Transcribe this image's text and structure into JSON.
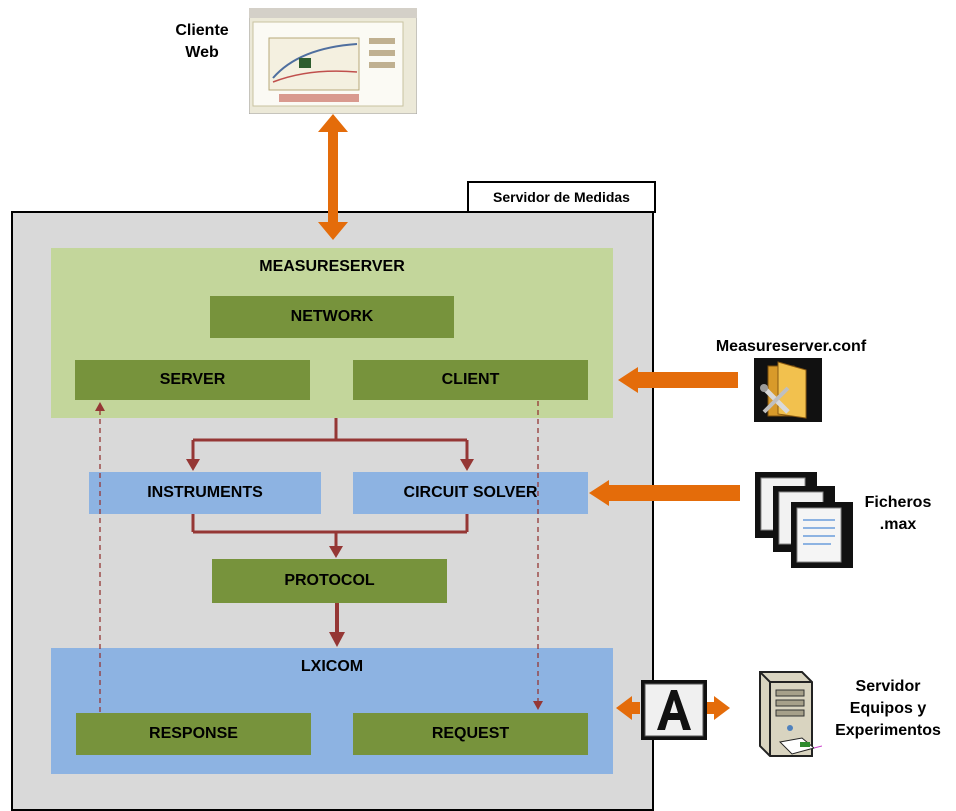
{
  "web_client": {
    "label_line1": "Cliente",
    "label_line2": "Web"
  },
  "server_frame": {
    "tab_label": "Servidor de Medidas"
  },
  "measureserver": {
    "title": "MEASURESERVER",
    "network": "NETWORK",
    "server": "SERVER",
    "client": "CLIENT"
  },
  "middle": {
    "instruments": "INSTRUMENTS",
    "circuit_solver": "CIRCUIT SOLVER",
    "protocol": "PROTOCOL"
  },
  "lxicom": {
    "title": "LXICOM",
    "response": "RESPONSE",
    "request": "REQUEST"
  },
  "config_file": {
    "label": "Measureserver.conf",
    "icon": "config-folder-icon"
  },
  "max_files": {
    "label_line1": "Ficheros",
    "label_line2": ".max",
    "icon": "documents-icon"
  },
  "equipment_server": {
    "label_line1": "Servidor",
    "label_line2": "Equipos y",
    "label_line3": "Experimentos",
    "icon": "server-tower-icon",
    "connector_icon": "letter-a-icon"
  },
  "colors": {
    "orange_arrow": "#e46c0a",
    "dark_red_arrow": "#953735",
    "green_box": "#77933c",
    "blue_box": "#8db3e2",
    "light_green_panel": "#c3d69b",
    "frame_gray": "#d9d9d9"
  }
}
